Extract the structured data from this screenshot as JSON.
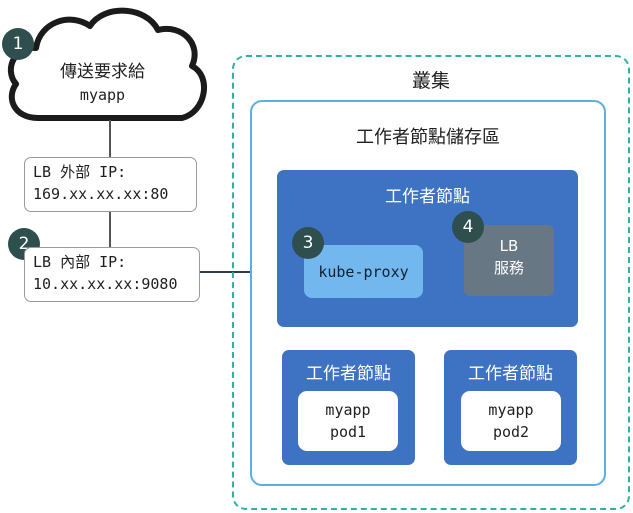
{
  "client": {
    "line1": "傳送要求給",
    "line2": "myapp"
  },
  "lb_external": {
    "line1": "LB 外部 IP:",
    "line2": "169.xx.xx.xx:80"
  },
  "lb_internal": {
    "line1": "LB 內部 IP:",
    "line2": "10.xx.xx.xx:9080"
  },
  "cluster": {
    "title": "叢集"
  },
  "worker_pool": {
    "title": "工作者節點儲存區"
  },
  "worker_node_main": {
    "title": "工作者節點",
    "kube_proxy": "kube-proxy",
    "lb_service": {
      "line1": "LB",
      "line2": "服務"
    }
  },
  "worker_nodes": [
    {
      "title": "工作者節點",
      "pod_line1": "myapp",
      "pod_line2": "pod1"
    },
    {
      "title": "工作者節點",
      "pod_line1": "myapp",
      "pod_line2": "pod2"
    }
  ],
  "steps": [
    "1",
    "2",
    "3",
    "4"
  ],
  "colors": {
    "badge": "#2f4f4f",
    "cluster_border": "#2bb3a3",
    "pool_border": "#5aaee2",
    "node": "#3d73c2",
    "kube_proxy": "#72b8ef",
    "lb_service": "#687784"
  }
}
